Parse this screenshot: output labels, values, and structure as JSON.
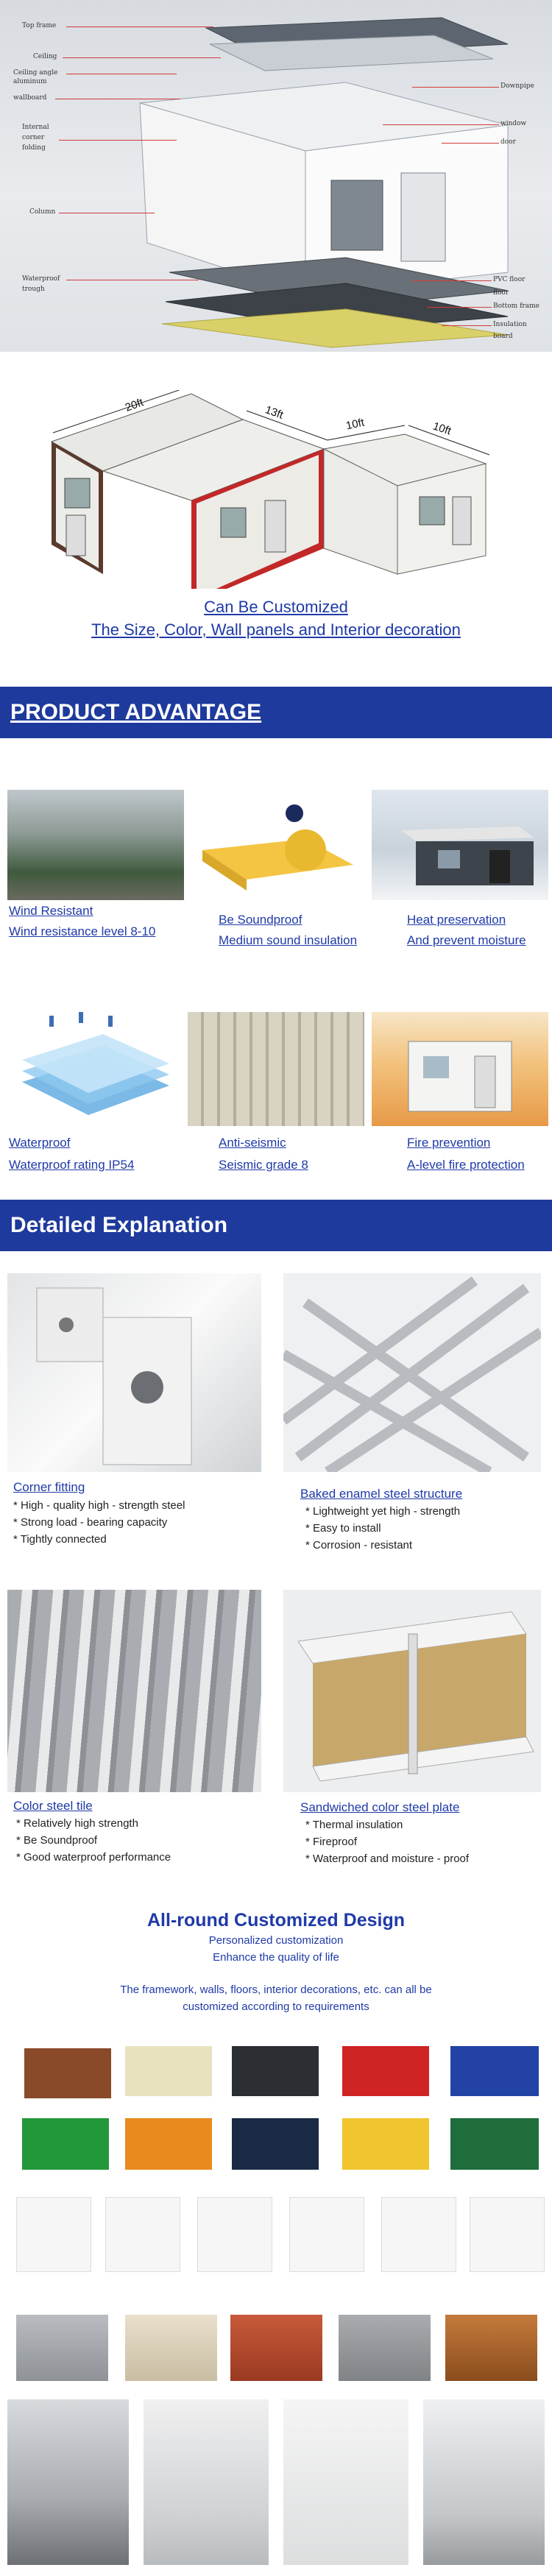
{
  "diagram": {
    "left_labels": [
      "Top frame",
      "Ceiling",
      "Ceiling angle",
      "aluminum",
      "wallboard",
      "Internal",
      "corner",
      "folding",
      "Column",
      "Waterproof",
      "trough"
    ],
    "right_labels": [
      "Downpipe",
      "window",
      "door",
      "PVC floor",
      "floor",
      "Bottom frame",
      "Insulation",
      "board"
    ]
  },
  "plan": {
    "dims": [
      "20ft",
      "13ft",
      "10ft",
      "10ft"
    ],
    "headline1": "Can Be Customized",
    "headline2": "The Size, Color, Wall panels and Interior decoration"
  },
  "advantage": {
    "title": "PRODUCT ADVANTAGE",
    "items": [
      {
        "label": "Wind Resistant",
        "desc": "Wind resistance level 8-10"
      },
      {
        "label": "Be Soundproof",
        "desc": "Medium sound insulation"
      },
      {
        "label": "Heat preservation",
        "desc": "And prevent moisture"
      },
      {
        "label": "Waterproof",
        "desc": "Waterproof rating IP54"
      },
      {
        "label": "Anti-seismic",
        "desc": "Seismic grade 8"
      },
      {
        "label": "Fire prevention",
        "desc": "A-level fire protection"
      }
    ]
  },
  "details": {
    "title": "Detailed Explanation",
    "items": [
      {
        "title": "Corner fitting",
        "bullets": [
          "* High - quality high - strength steel",
          "* Strong load - bearing capacity",
          "* Tightly connected"
        ]
      },
      {
        "title": "Baked enamel steel structure",
        "bullets": [
          "* Lightweight yet high - strength",
          "* Easy to install",
          "* Corrosion - resistant"
        ]
      },
      {
        "title": "Color steel tile",
        "bullets": [
          "* Relatively high strength",
          "* Be Soundproof",
          "* Good waterproof performance"
        ]
      },
      {
        "title": "Sandwiched color steel plate",
        "bullets": [
          "* Thermal insulation",
          "* Fireproof",
          "* Waterproof and moisture - proof"
        ]
      }
    ]
  },
  "custom": {
    "title": "All-round Customized Design",
    "sub1": "Personalized customization",
    "sub2": "Enhance the quality of life",
    "body1": "The framework, walls, floors, interior decorations, etc. can all be",
    "body2": "customized according to requirements"
  },
  "colors": {
    "banner": "#1e3a9c",
    "accent_text": "#1f3aa8",
    "red_line": "#d23a3a"
  }
}
